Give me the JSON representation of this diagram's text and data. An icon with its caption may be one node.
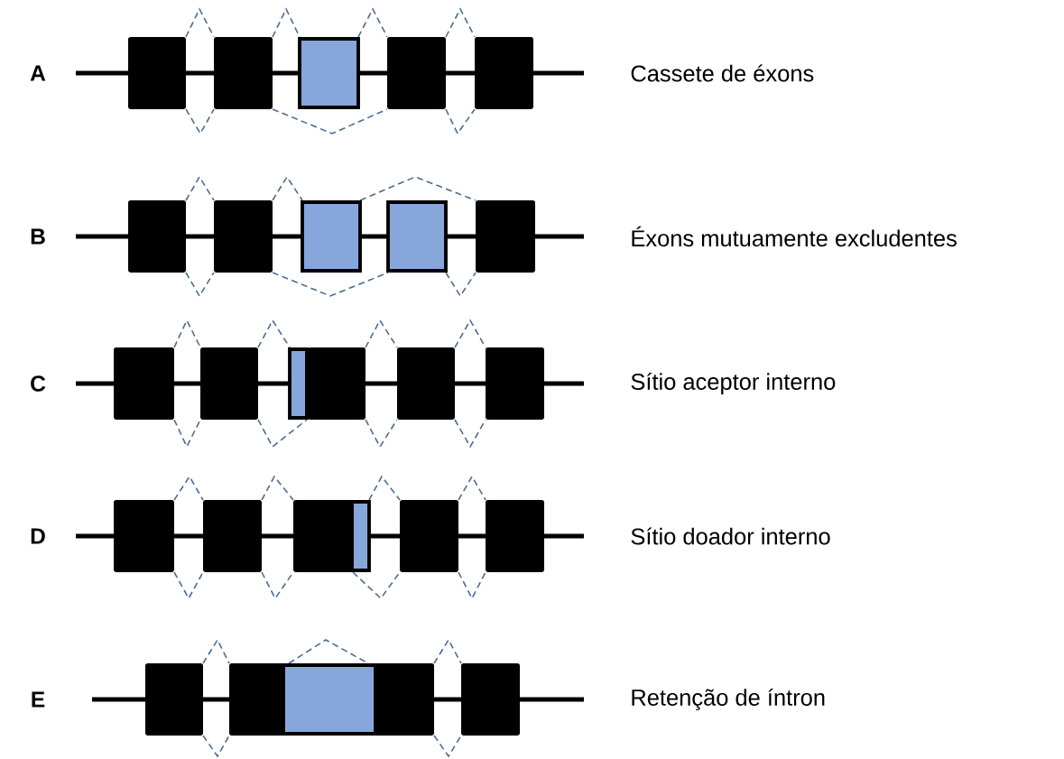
{
  "diagram": {
    "labels": [
      "A",
      "Cassete de éxons",
      "B",
      "Éxons mutuamente excludentes",
      "C",
      "Sítio aceptor interno",
      "D",
      "Sítio doador interno",
      "E",
      "Retenção de íntron"
    ]
  }
}
